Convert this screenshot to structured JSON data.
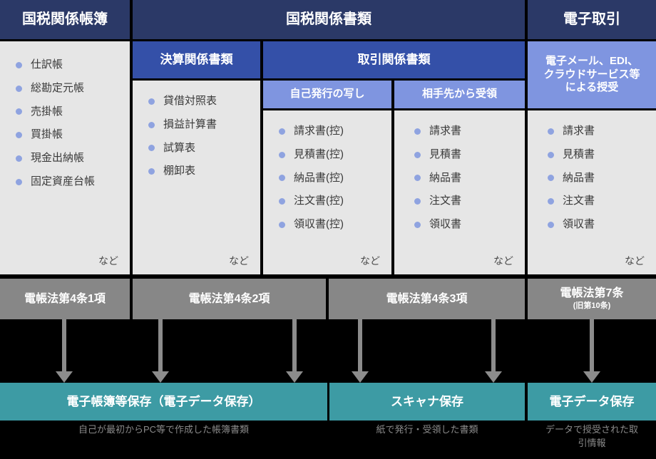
{
  "headers": {
    "books": "国税関係帳簿",
    "documents": "国税関係書類",
    "etransaction": "電子取引"
  },
  "subheaders": {
    "settlement": "決算関係書類",
    "transaction": "取引関係書類",
    "edata": "電子メール、EDI、\nクラウドサービス等\nによる授受"
  },
  "subsubheaders": {
    "self_issued": "自己発行の写し",
    "received": "相手先から受領"
  },
  "nado": "など",
  "lists": {
    "books": [
      "仕訳帳",
      "総勘定元帳",
      "売掛帳",
      "買掛帳",
      "現金出納帳",
      "固定資産台帳"
    ],
    "settlement": [
      "貸借対照表",
      "損益計算書",
      "試算表",
      "棚卸表"
    ],
    "self_issued": [
      "請求書(控)",
      "見積書(控)",
      "納品書(控)",
      "注文書(控)",
      "領収書(控)"
    ],
    "received": [
      "請求書",
      "見積書",
      "納品書",
      "注文書",
      "領収書"
    ],
    "edata": [
      "請求書",
      "見積書",
      "納品書",
      "注文書",
      "領収書"
    ]
  },
  "laws": [
    {
      "main": "電帳法第4条1項",
      "sub": ""
    },
    {
      "main": "電帳法第4条2項",
      "sub": ""
    },
    {
      "main": "電帳法第4条3項",
      "sub": ""
    },
    {
      "main": "電帳法第7条",
      "sub": "(旧第10条)"
    }
  ],
  "results": [
    {
      "title": "電子帳簿等保存（電子データ保存）",
      "caption": "自己が最初からPC等で作成した帳簿書類"
    },
    {
      "title": "スキャナ保存",
      "caption": "紙で発行・受領した書類"
    },
    {
      "title": "電子データ保存",
      "caption": "データで授受された取引情報"
    }
  ],
  "colors": {
    "navy": "#2b3967",
    "blue": "#3450a8",
    "periwinkle": "#7f95e0",
    "panel": "#e6e6e6",
    "gray": "#878787",
    "teal": "#3d9ba4",
    "background": "#000000"
  }
}
